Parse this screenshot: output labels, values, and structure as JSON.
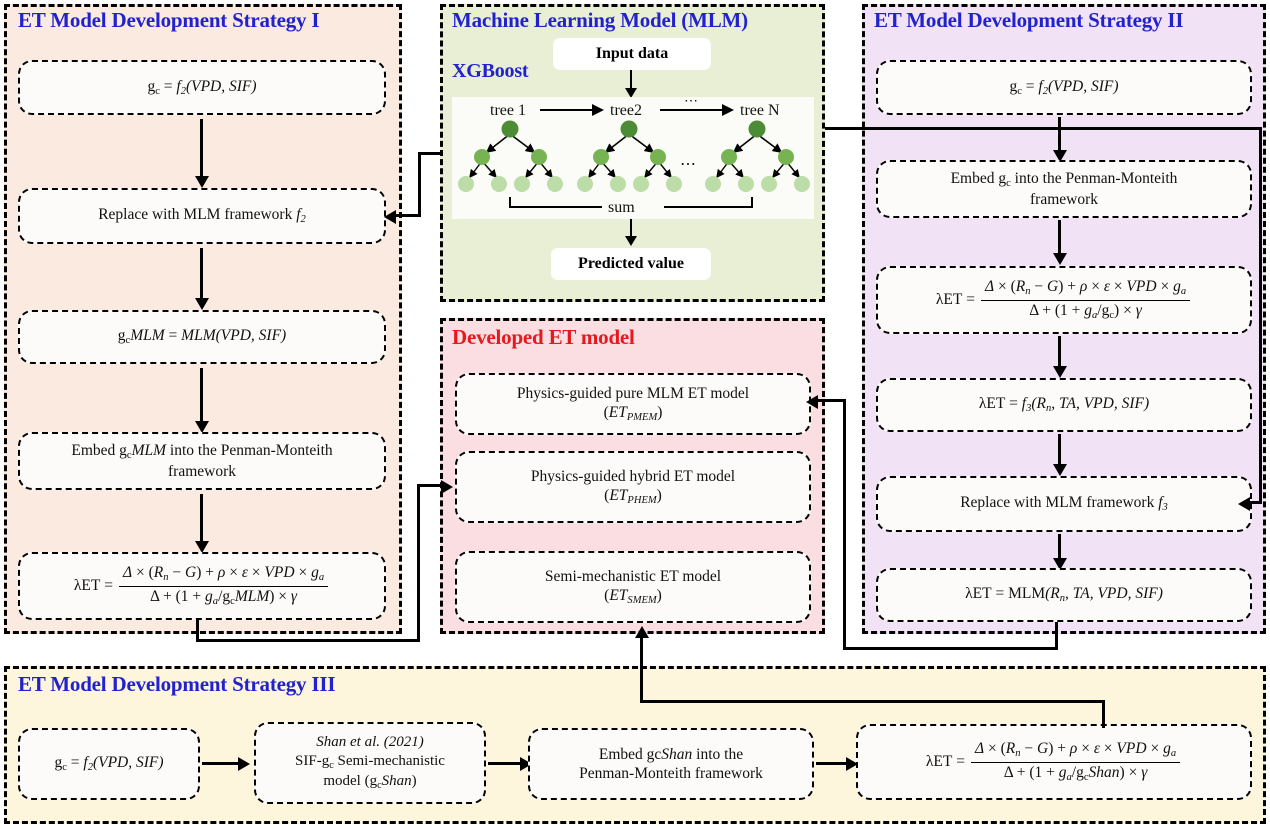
{
  "panels": {
    "strategy1": {
      "title": "ET Model Development Strategy I",
      "bg": "#FBEADF"
    },
    "mlm": {
      "title": "Machine Learning Model (MLM)",
      "subtitle": "XGBoost",
      "bg": "#E9EFD5"
    },
    "strategy2": {
      "title": "ET Model Development Strategy II",
      "bg": "#F1E2F5"
    },
    "developed": {
      "title": "Developed ET model",
      "bg": "#FADEE2",
      "title_color": "#E8191C"
    },
    "strategy3": {
      "title": "ET Model Development Strategy III",
      "bg": "#FDF5DC"
    }
  },
  "colors": {
    "title_blue": "#2222CC",
    "title_red": "#E8191C",
    "node_fill": "#FDFBF9",
    "tree_dark": "#4C8C34",
    "tree_mid": "#77B352",
    "tree_light": "#BCDCA8",
    "stroke": "#000000"
  },
  "strategy1": {
    "nodes": [
      {
        "name": "gc-equation",
        "text": "g_c = f_2(VPD, SIF)"
      },
      {
        "name": "replace-mlm-f2",
        "text": "Replace with MLM framework f_2"
      },
      {
        "name": "gcmlm-equation",
        "text": "g_cMLM = MLM(VPD, SIF)"
      },
      {
        "name": "embed-gcmlm",
        "line1": "Embed g_cMLM into the Penman-Monteith",
        "line2": "framework"
      },
      {
        "name": "lambda-et-gcmlm",
        "lhs": "λET =",
        "numerator": "Δ × (R_n − G) + ρ × ϵ × VPD × g_a",
        "denominator": "Δ + (1 + g_a/g_cMLM) × γ"
      }
    ]
  },
  "mlm": {
    "input_label": "Input data",
    "output_label": "Predicted value",
    "trees": [
      "tree 1",
      "tree2",
      "tree N"
    ],
    "ellipsis_top": "⋯",
    "ellipsis_mid": "⋯",
    "sum_label": "sum"
  },
  "strategy2": {
    "nodes": [
      {
        "name": "gc-equation",
        "text": "g_c = f_2(VPD, SIF)"
      },
      {
        "name": "embed-gc",
        "line1": "Embed g_c into the Penman-Monteith",
        "line2": "framework"
      },
      {
        "name": "lambda-et-gc",
        "lhs": "λET =",
        "numerator": "Δ × (R_n − G) + ρ × ϵ × VPD × g_a",
        "denominator": "Δ + (1 + g_a/g_c) × γ"
      },
      {
        "name": "lambda-et-f3",
        "text": "λET = f_3(R_n, TA, VPD, SIF)"
      },
      {
        "name": "replace-mlm-f3",
        "text": "Replace with MLM framework f_3"
      },
      {
        "name": "lambda-et-mlm",
        "text": "λET = MLM(R_n, TA, VPD, SIF)"
      }
    ]
  },
  "developed": {
    "nodes": [
      {
        "name": "pmem-model",
        "line1": "Physics-guided pure MLM ET model",
        "line2": "(ET_PMEM)"
      },
      {
        "name": "phem-model",
        "line1": "Physics-guided hybrid ET model",
        "line2": "(ET_PHEM)"
      },
      {
        "name": "smem-model",
        "line1": "Semi-mechanistic ET model",
        "line2": "(ET_SMEM)"
      }
    ]
  },
  "strategy3": {
    "nodes": [
      {
        "name": "gc-equation",
        "text": "g_c = f_2(VPD, SIF)"
      },
      {
        "name": "shan-model",
        "line1": "Shan et al. (2021)",
        "line2": "SIF-g_c Semi-mechanistic",
        "line3": "model (g_cShan)"
      },
      {
        "name": "embed-gcshan",
        "line1": "Embed gcShan into the",
        "line2": "Penman-Monteith framework"
      },
      {
        "name": "lambda-et-gcshan",
        "lhs": "λET =",
        "numerator": "Δ × (R_n − G) + ρ × ϵ × VPD × g_a",
        "denominator": "Δ + (1 + g_a/g_cShan) × γ"
      }
    ]
  }
}
